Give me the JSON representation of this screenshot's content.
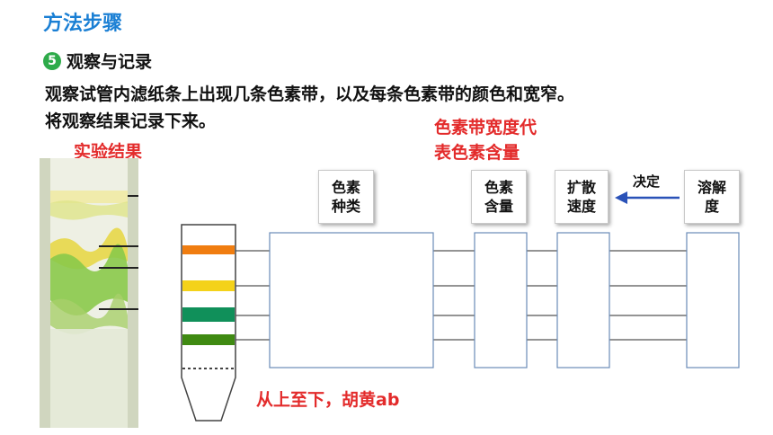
{
  "header": {
    "title": "方法步骤"
  },
  "step": {
    "number": "5",
    "label": "观察与记录"
  },
  "instructions": {
    "line1": "观察试管内滤纸条上出现几条色素带，以及每条色素带的颜色和宽窄。",
    "line2": "将观察结果记录下来。"
  },
  "result_label": "实验结果",
  "width_note": {
    "line1": "色素带宽度代",
    "line2": "表色素含量"
  },
  "boxes": {
    "types": {
      "line1": "色素",
      "line2": "种类"
    },
    "content": {
      "line1": "色素",
      "line2": "含量"
    },
    "speed": {
      "line1": "扩散",
      "line2": "速度"
    },
    "solubility": {
      "line1": "溶解",
      "line2": "度"
    }
  },
  "decide_label": "决定",
  "bottom_note": "从上至下，胡黄ab",
  "colors": {
    "title_blue": "#1a7fd4",
    "accent_red": "#e32b2b",
    "badge_green": "#2eab4a",
    "band_orange": "#f07d10",
    "band_yellow": "#f4d21a",
    "band_teal_green": "#10905a",
    "band_dark_green": "#3f8a12",
    "arrow_blue": "#2a52b8"
  }
}
